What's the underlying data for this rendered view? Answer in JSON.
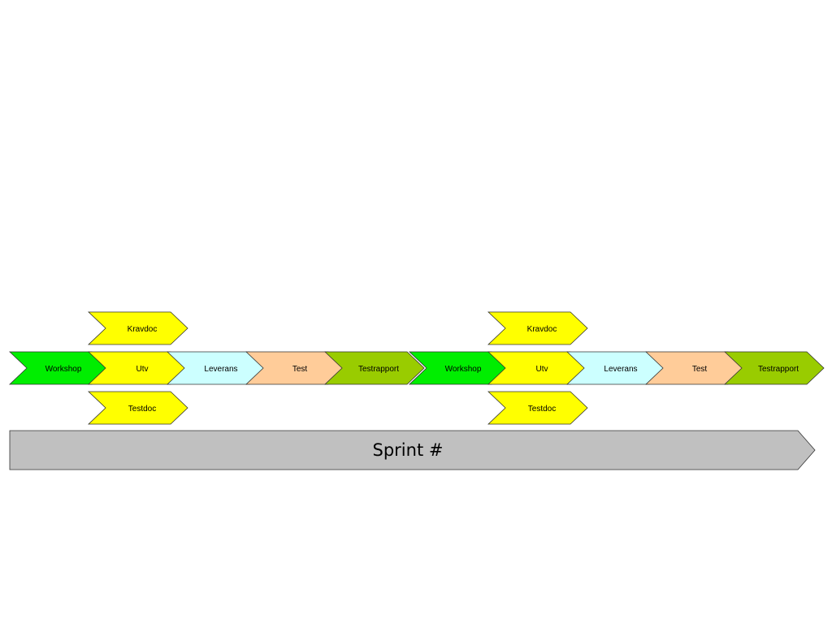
{
  "diagram": {
    "sprint_bar": {
      "label": "Sprint #",
      "color": "#c0c0c0"
    },
    "sprints": [
      {
        "main_flow": [
          {
            "label": "Workshop",
            "color": "#00ee00"
          },
          {
            "label": "Utv",
            "color": "#ffff00"
          },
          {
            "label": "Leverans",
            "color": "#ccffff"
          },
          {
            "label": "Test",
            "color": "#ffcc99"
          },
          {
            "label": "Testrapport",
            "color": "#99cc00"
          }
        ],
        "above": {
          "label": "Kravdoc",
          "color": "#ffff00"
        },
        "below": {
          "label": "Testdoc",
          "color": "#ffff00"
        }
      },
      {
        "main_flow": [
          {
            "label": "Workshop",
            "color": "#00ee00"
          },
          {
            "label": "Utv",
            "color": "#ffff00"
          },
          {
            "label": "Leverans",
            "color": "#ccffff"
          },
          {
            "label": "Test",
            "color": "#ffcc99"
          },
          {
            "label": "Testrapport",
            "color": "#99cc00"
          }
        ],
        "above": {
          "label": "Kravdoc",
          "color": "#ffff00"
        },
        "below": {
          "label": "Testdoc",
          "color": "#ffff00"
        }
      }
    ]
  }
}
